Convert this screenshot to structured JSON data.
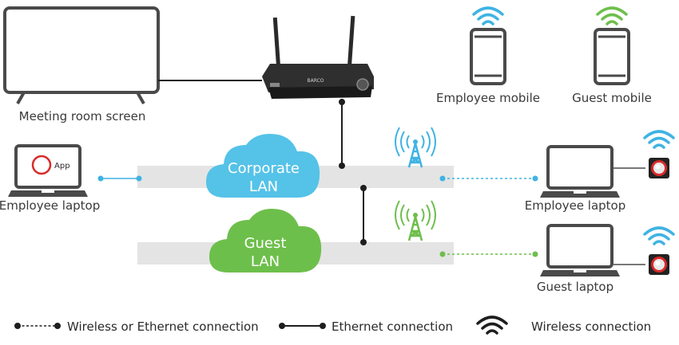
{
  "labels": {
    "meeting_screen": "Meeting room screen",
    "employee_mobile": "Employee mobile",
    "guest_mobile": "Guest mobile",
    "employee_laptop_left": "Employee laptop",
    "employee_laptop_right": "Employee laptop",
    "guest_laptop": "Guest laptop",
    "app": "App",
    "router_brand": "BARCO"
  },
  "clouds": {
    "corporate": {
      "line1": "Corporate",
      "line2": "LAN",
      "color": "#55c2e8"
    },
    "guest": {
      "line1": "Guest",
      "line2": "LAN",
      "color": "#6dbf4b"
    }
  },
  "legend": {
    "wireless_or_ethernet": "Wireless or Ethernet connection",
    "ethernet": "Ethernet connection",
    "wireless": "Wireless connection"
  },
  "colors": {
    "corporate_accent": "#3fb3e3",
    "guest_accent": "#6dbf4b",
    "device_outline": "#4a4a4a",
    "lan_band": "#e4e4e4",
    "text": "#3a3a3a",
    "app_ring": "#d82b2b"
  },
  "icons": [
    "wifi-icon",
    "cell-tower-icon",
    "router-icon",
    "button-dongle-icon",
    "laptop-icon",
    "phone-icon",
    "monitor-icon",
    "cloud-icon"
  ]
}
